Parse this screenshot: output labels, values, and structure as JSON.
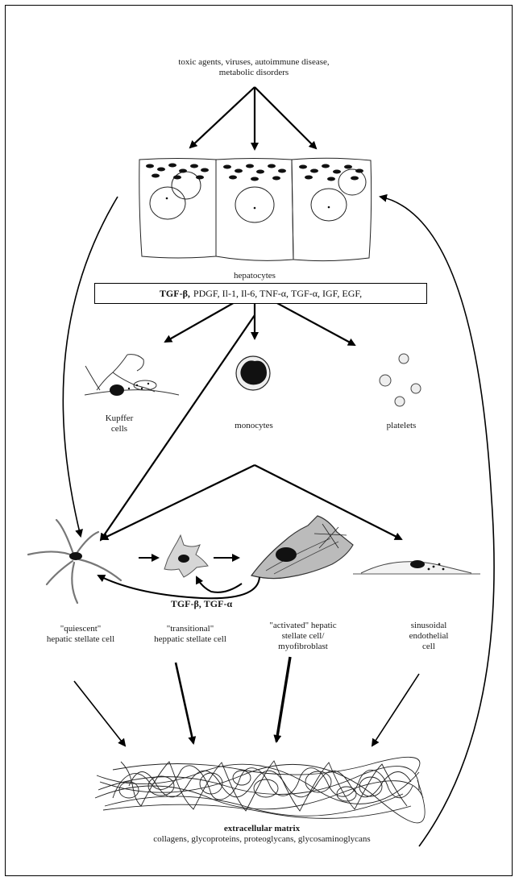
{
  "causes": {
    "line1": "toxic agents, viruses, autoimmune disease,",
    "line2": "metabolic disorders"
  },
  "hepatocytes_label": "hepatocytes",
  "kupffer_label": {
    "line1": "Kupffer",
    "line2": "cells"
  },
  "monocytes_label": "monocytes",
  "platelets_label": "platelets",
  "cytokines": {
    "bold_part": "TGF-β,",
    "rest": "PDGF, Il-1, Il-6, TNF-α, TGF-α, IGF, EGF,"
  },
  "feedback_label": "TGF-β, TGF-α",
  "quiescent": {
    "line1": "\"quiescent\"",
    "line2": "hepatic stellate cell"
  },
  "transitional": {
    "line1": "\"transitional\"",
    "line2": "heppatic stellate cell"
  },
  "activated": {
    "line1": "\"activated\" hepatic",
    "line2": "stellate cell/",
    "line3": "myofibroblast"
  },
  "sinusoidal": {
    "line1": "sinusoidal",
    "line2": "endothelial",
    "line3": "cell"
  },
  "ecm": {
    "title": "extracellular matrix",
    "subtitle": "collagens, glycoproteins, proteoglycans, glycosaminoglycans"
  }
}
